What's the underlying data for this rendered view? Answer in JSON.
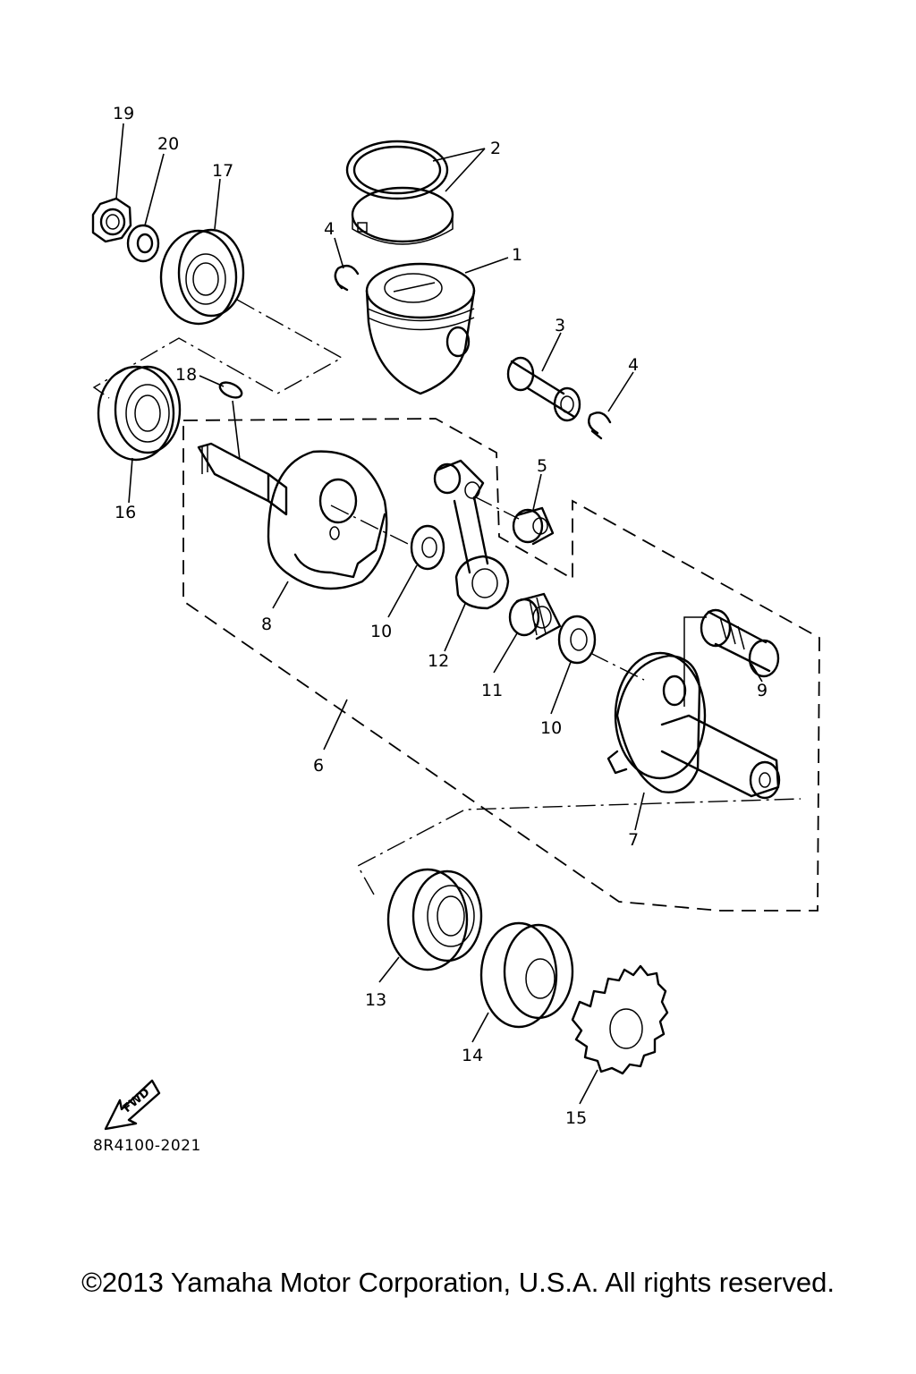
{
  "callouts": {
    "c1": "1",
    "c2": "2",
    "c3": "3",
    "c4a": "4",
    "c4b": "4",
    "c5": "5",
    "c6": "6",
    "c7": "7",
    "c8": "8",
    "c9": "9",
    "c10a": "10",
    "c10b": "10",
    "c11": "11",
    "c12": "12",
    "c13": "13",
    "c14": "14",
    "c15": "15",
    "c16": "16",
    "c17": "17",
    "c18": "18",
    "c19": "19",
    "c20": "20"
  },
  "fwd_label": "FWD",
  "diagram_code": "8R4100-2021",
  "copyright": "©2013 Yamaha Motor Corporation, U.S.A. All rights reserved."
}
